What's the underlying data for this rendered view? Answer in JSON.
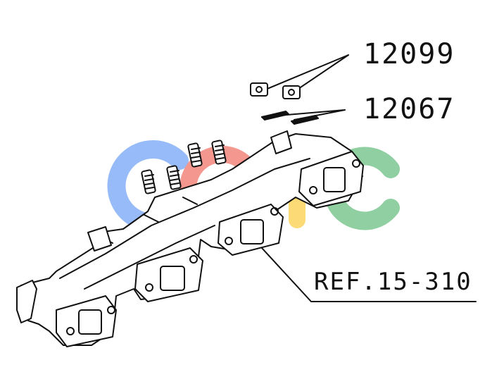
{
  "parts": {
    "part_a": "12099",
    "part_b": "12067",
    "reference": "REF.15-310"
  },
  "watermark": {
    "letters": [
      "c",
      "G",
      "Y",
      "c"
    ],
    "colors": [
      "#4285f4",
      "#ea4335",
      "#fbbc05",
      "#34a853"
    ]
  },
  "line_color": "#111111"
}
